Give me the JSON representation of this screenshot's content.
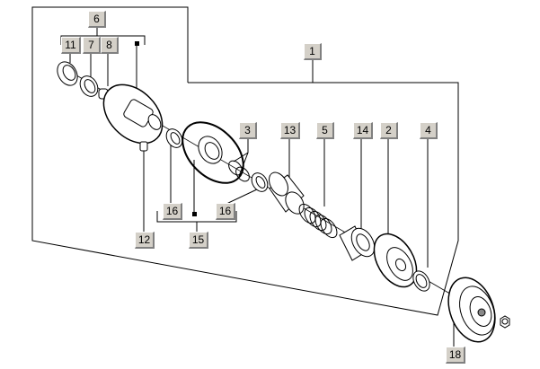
{
  "diagram": {
    "title": "Exploded parts view - variator / clutch assembly",
    "callouts": [
      {
        "id": "c1",
        "label": "1"
      },
      {
        "id": "c2",
        "label": "2"
      },
      {
        "id": "c3",
        "label": "3"
      },
      {
        "id": "c4",
        "label": "4"
      },
      {
        "id": "c5",
        "label": "5"
      },
      {
        "id": "c6",
        "label": "6"
      },
      {
        "id": "c7",
        "label": "7"
      },
      {
        "id": "c8",
        "label": "8"
      },
      {
        "id": "c11",
        "label": "11"
      },
      {
        "id": "c12",
        "label": "12"
      },
      {
        "id": "c13",
        "label": "13"
      },
      {
        "id": "c14",
        "label": "14"
      },
      {
        "id": "c15",
        "label": "15"
      },
      {
        "id": "c16a",
        "label": "16"
      },
      {
        "id": "c16b",
        "label": "16"
      },
      {
        "id": "c18",
        "label": "18"
      }
    ],
    "groups": [
      {
        "parent": "6",
        "children": [
          "11",
          "7",
          "8",
          "■"
        ]
      },
      {
        "parent": "15",
        "children": [
          "16",
          "■",
          "16"
        ]
      },
      {
        "parent": "1",
        "children": [
          "assembly outline"
        ]
      }
    ],
    "parts": [
      "bearing",
      "bearing",
      "needle-bearing",
      "fixed-half-pulley",
      "grease-nipple",
      "oil-seal",
      "movable-half-pulley",
      "o-rings",
      "oil-seal",
      "guide-sleeve",
      "spring",
      "spacer",
      "clutch-shoes",
      "nut-washer",
      "clutch-bell",
      "nut"
    ],
    "colors": {
      "callout_bg": "#d4d0c8",
      "line": "#000000",
      "background": "#ffffff"
    }
  }
}
